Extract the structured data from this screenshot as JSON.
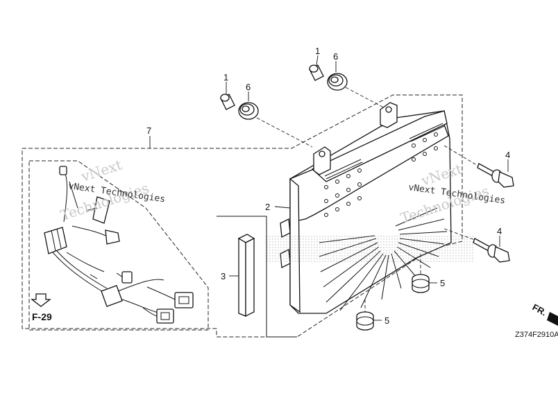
{
  "callouts": {
    "c1a": "1",
    "c6a": "6",
    "c1b": "1",
    "c6b": "6",
    "c7": "7",
    "c2": "2",
    "c3": "3",
    "c4a": "4",
    "c4b": "4",
    "c5a": "5",
    "c5b": "5"
  },
  "reference": {
    "arrow_label": "F-29"
  },
  "direction": {
    "label": "FR."
  },
  "diagram_code": "Z374F2910A",
  "watermarks": {
    "vnext": "vNext",
    "brand": "vNext Technologies",
    "technologies": "Technologies"
  }
}
